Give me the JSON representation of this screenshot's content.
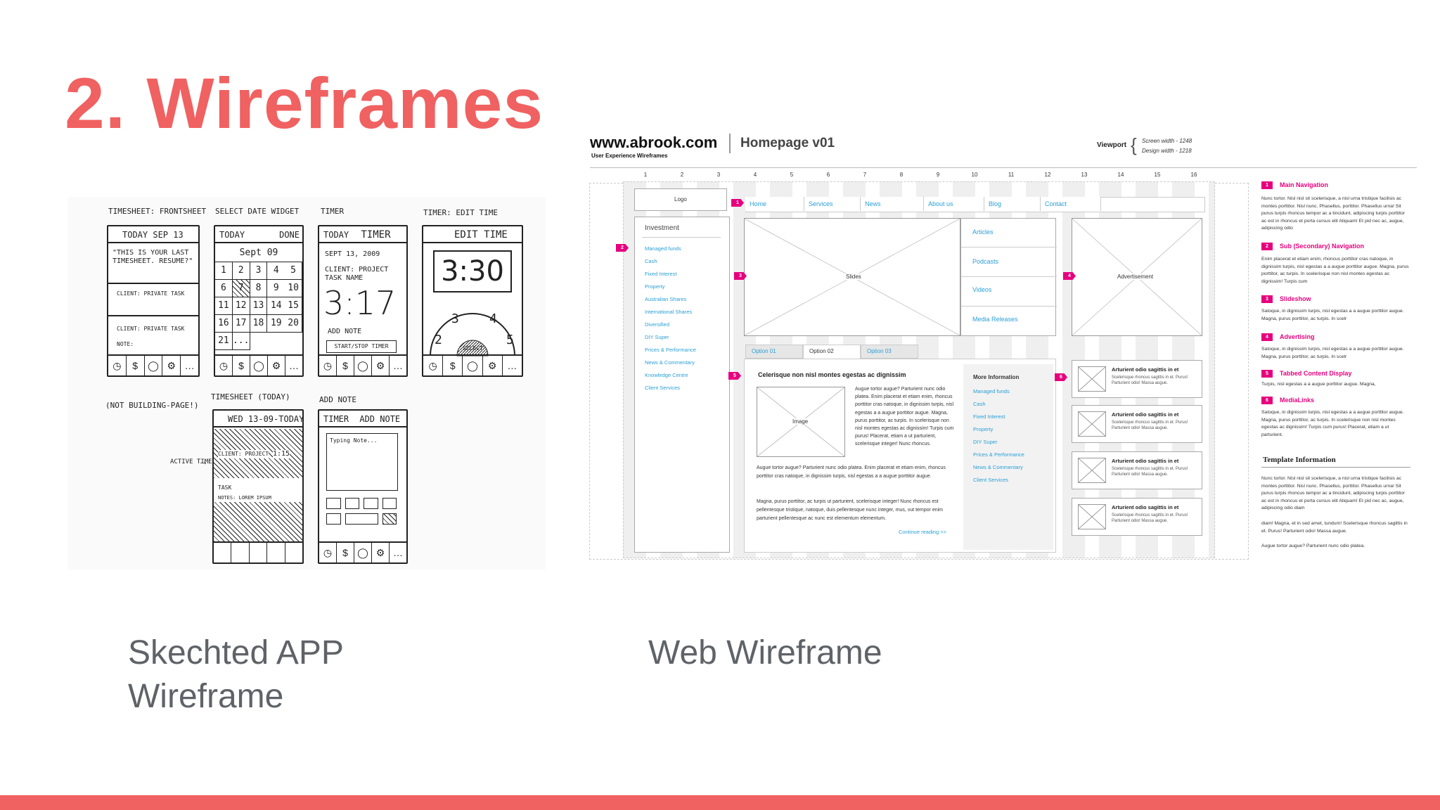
{
  "slide": {
    "title": "2. Wireframes",
    "caption_left": "Skechted APP Wireframe",
    "caption_right": "Web Wireframe",
    "accent_color": "#f06161"
  },
  "sketch": {
    "labels": [
      "TIMESHEET: FRONTSHEET",
      "SELECT DATE WIDGET",
      "TIMER",
      "TIMER: EDIT TIME",
      "(NOT BUILDING-PAGE!)",
      "TIMESHEET (TODAY)",
      "ADD NOTE",
      "ACTIVE TIMER"
    ],
    "phone1": {
      "header": "TODAY SEP 13",
      "text1": "\"THIS IS YOUR LAST",
      "text2": "TIMESHEET. RESUME?\"",
      "task1": "CLIENT: PRIVATE TASK",
      "task2": "CLIENT: PRIVATE TASK",
      "note": "NOTE:"
    },
    "phone2": {
      "today": "TODAY",
      "done": "DONE",
      "month": "Sept 09",
      "days": [
        "1",
        "2",
        "3",
        "4",
        "5",
        "6",
        "7",
        "8",
        "9",
        "10",
        "11",
        "12",
        "13",
        "14",
        "15",
        "16",
        "17",
        "18",
        "19",
        "20",
        "21",
        "...",
        "",
        "",
        ""
      ]
    },
    "phone3": {
      "today": "TODAY",
      "title": "TIMER",
      "date": "SEPT 13, 2009",
      "client": "CLIENT: PROJECT",
      "task": "TASK NAME",
      "time": "3:17",
      "add_note": "ADD NOTE",
      "start_stop": "START/STOP TIMER"
    },
    "phone4": {
      "title": "EDIT TIME",
      "time": "3:30",
      "dial": [
        "2",
        "3",
        "4",
        "5"
      ],
      "select": "SELECT"
    },
    "phone5": {
      "header": "WED 13-09-TODAY",
      "client": "CLIENT: PROJECT",
      "task": "TASK",
      "time": "1:15",
      "note": "NOTES: LOREM IPSUM"
    },
    "phone6": {
      "timer": "TIMER",
      "title": "ADD NOTE",
      "typing": "Typing Note..."
    }
  },
  "web": {
    "domain": "www.abrook.com",
    "subtitle": "User Experience Wireframes",
    "page": "Homepage v01",
    "viewport": "Viewport",
    "screen_width": "Screen width - 1248",
    "design_width": "Design width - 1218",
    "columns": [
      "1",
      "2",
      "3",
      "4",
      "5",
      "6",
      "7",
      "8",
      "9",
      "10",
      "11",
      "12",
      "13",
      "14",
      "15",
      "16"
    ],
    "logo": "Logo",
    "nav": [
      "Home",
      "Services",
      "News",
      "About us",
      "Blog",
      "Contact"
    ],
    "sidebar_title": "Investment",
    "sidebar_links": [
      "Managed funds",
      "Cash",
      "Fixed Interest",
      "Property",
      "Australian Shares",
      "International Shares",
      "Diversified",
      "DIY Super",
      "Prices & Performance",
      "News & Commentary",
      "Knowledge Centre",
      "Client Services"
    ],
    "slides": "Slides",
    "sub_links": [
      "Articles",
      "Podcasts",
      "Videos",
      "Media Releases"
    ],
    "advertisement": "Advertisement",
    "tabs": [
      "Option 01",
      "Option 02",
      "Option 03"
    ],
    "article_title": "Celerisque non nisl montes egestas ac dignissim",
    "image": "Image",
    "article_p1": "Augue tortor augue? Parturient nunc odio platea. Enim placerat et etiam enim, rhoncus porttitor cras natoque, in dignissim turpis, nisl egestas a a augue porttitor augue. Magna, purus porttitor, ac turpis. In scelerisque non nisl montes egestas ac dignissim! Turpis cum purus! Placerat, etiam a ut parturient, scelerisque integer! Nunc rhoncus.",
    "article_p2": "Augue tortor augue? Parturient nunc odio platea. Enim placerat et etiam enim, rhoncus porttitor cras natoque, in dignissim turpis, nisl egestas a a augue porttitor augue.",
    "article_p3": "Magna, purus porttitor, ac turpis ut parturient, scelerisque integer! Nunc rhoncus est pellentesque tristique, natoque, duis pellentesque nunc integer, mus, vut tempor enim parturient pellentesque ac nunc est elementum elementum.",
    "continue": "Continue reading >>",
    "more_info": "More Information",
    "more_links": [
      "Managed funds",
      "Cash",
      "Fixed Interest",
      "Property",
      "DIY Super",
      "Prices & Performance",
      "News & Commentary",
      "Client Services"
    ],
    "promo_title": "Arturient odio sagittis in et",
    "promo_text": "Scelerisque rhoncus sagittis in et. Purus! Parturient odio! Massa augue.",
    "notes": [
      {
        "n": "1",
        "title": "Main Navigation",
        "text": "Nunc tortor. Nisl nisl sit scelerisque, a nisl urna tristique facilisis ac montes porttitor. Nisl nunc. Phasellus, porttitor. Phasellus urna! Sit purus turpis rhoncus tempor ac a tincidunt, adipiscing turpis porttitor ac est in rhoncus et porta cursus elit Aliquam! Et pid nec ac, augue, adipiscing odio"
      },
      {
        "n": "2",
        "title": "Sub (Secondary) Navigation",
        "text": "Enim placerat et etiam enim, rhoncus porttitor cras natoque, in dignissim turpis, nisl egestas a a augue porttitor augue. Magna, purus porttitor, ac turpis. In scelerisque non nisl montes egestas ac dignissim! Turpis cum"
      },
      {
        "n": "3",
        "title": "Slideshow",
        "text": "Satoque, in dignissim turpis, nisl egestas a a augue porttitor augue. Magna, purus porttitor, ac turpis. In scelr"
      },
      {
        "n": "4",
        "title": "Advertising",
        "text": "Satoque, in dignissim turpis, nisl egestas a a augue porttitor augue. Magna, purus porttitor, ac turpis. In scelr"
      },
      {
        "n": "5",
        "title": "Tabbed Content Display",
        "text": "Turpis, nisl egestas a a augue porttitor augue. Magna,"
      },
      {
        "n": "6",
        "title": "MediaLinks",
        "text": "Satoque, in dignissim turpis, nisl egestas a a augue porttitor augue. Magna, purus porttitor, ac turpis. In scelerisque non nisl montes egestas ac dignissim! Turpis cum purus! Placerat, etiam a ut parturient."
      }
    ],
    "template_title": "Template Information",
    "template_text": "Nunc tortor. Nisl nisl sit scelerisque, a nisl urna tristique facilisis ac montes porttitor. Nisl nunc. Phasellus, porttitor. Phasellus urna! Sit purus turpis rhoncus tempor ac a tincidunt, adipiscing turpis porttitor ac est in rhoncus et porta cursus elit Aliquam! Et pid nec ac, augue, adipiscing odio diam",
    "template_text2": "diam! Magna, et in sed amet, tundum! Scelerisque rhoncus sagittis in et. Purus! Parturient odio! Massa augue.",
    "template_text3": "Augue tortor augue? Parturient nunc odio platea.",
    "marker_color": "#e6007e",
    "link_color": "#2a9fd6"
  }
}
